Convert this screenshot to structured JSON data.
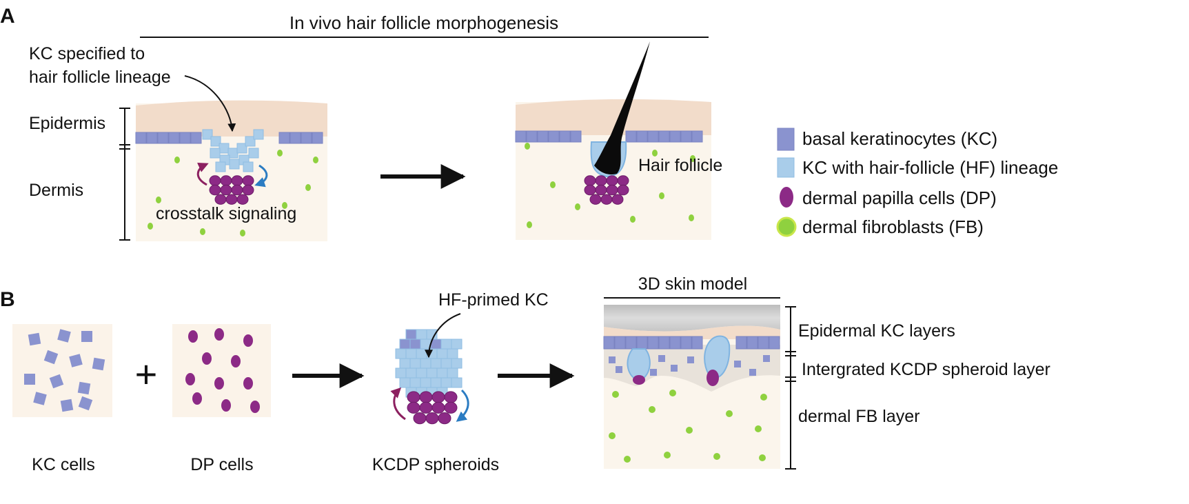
{
  "panel_a": {
    "letter": "A",
    "title": "In vivo hair follicle morphogenesis",
    "kc_note_line1": "KC specified to",
    "kc_note_line2": "hair follicle lineage",
    "epidermis": "Epidermis",
    "dermis": "Dermis",
    "crosstalk": "crosstalk signaling",
    "hair_follicle": "Hair follicle"
  },
  "legend": {
    "items": [
      {
        "label": "basal keratinocytes (KC)",
        "icon": "square-dark-blue"
      },
      {
        "label": "KC with hair-follicle (HF) lineage",
        "icon": "square-light-blue"
      },
      {
        "label": "dermal papilla cells (DP)",
        "icon": "oval-purple"
      },
      {
        "label": "dermal fibroblasts (FB)",
        "icon": "circle-green"
      }
    ]
  },
  "panel_b": {
    "letter": "B",
    "plus": "+",
    "kc_cells": "KC cells",
    "dp_cells": "DP cells",
    "hf_primed": "HF-primed KC",
    "spheroids": "KCDP spheroids",
    "model_title": "3D skin model",
    "layer_epidermal": "Epidermal KC layers",
    "layer_spheroid": "Intergrated KCDP spheroid layer",
    "layer_dermal": "dermal FB layer"
  },
  "colors": {
    "skin_top": "#f2dcca",
    "dermis_bg": "#fbf5ec",
    "kc_dark": "#8a93cf",
    "kc_light": "#a9cdea",
    "dp_purple": "#8c2a86",
    "fb_green": "#8fd13f",
    "arrow_purple": "#8c2060",
    "arrow_blue": "#2b7cc2"
  }
}
